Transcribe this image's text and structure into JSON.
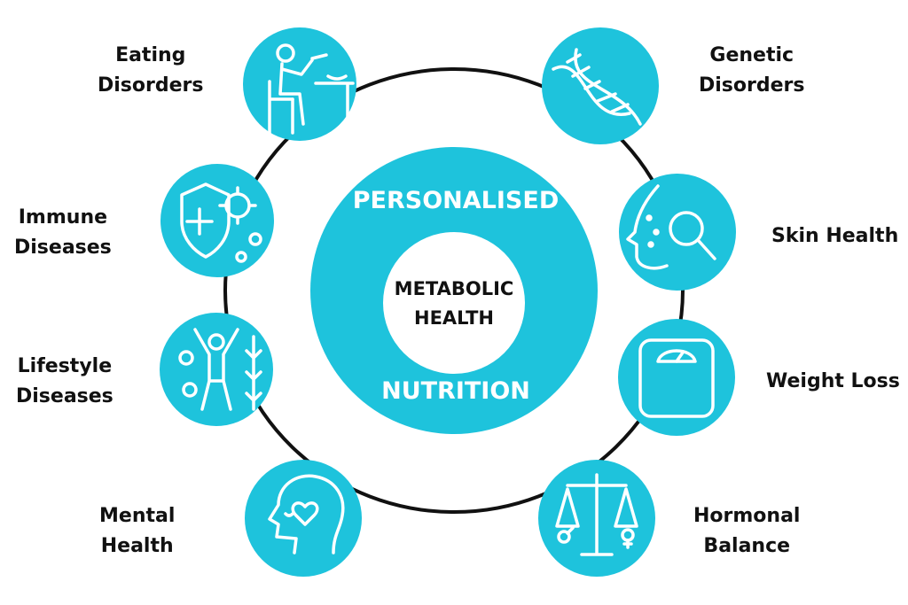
{
  "colors": {
    "accent": "#1ec3dc",
    "ring": "#111111",
    "text": "#111111",
    "icon_line": "#ffffff"
  },
  "center": {
    "outer_top": "PERSONALISED",
    "outer_bottom": "NUTRITION",
    "inner_line1": "METABOLIC",
    "inner_line2": "HEALTH"
  },
  "nodes": [
    {
      "id": "eating",
      "icon": "person-eating-icon",
      "label": [
        "Eating",
        "Disorders"
      ]
    },
    {
      "id": "genetic",
      "icon": "dna-icon",
      "label": [
        "Genetic",
        "Disorders"
      ]
    },
    {
      "id": "immune",
      "icon": "shield-virus-icon",
      "label": [
        "Immune",
        "Diseases"
      ]
    },
    {
      "id": "skin",
      "icon": "face-magnifier-icon",
      "label": [
        "Skin Health"
      ]
    },
    {
      "id": "lifestyle",
      "icon": "active-person-icon",
      "label": [
        "Lifestyle",
        "Diseases"
      ]
    },
    {
      "id": "weight",
      "icon": "weighing-scale-icon",
      "label": [
        "Weight Loss"
      ]
    },
    {
      "id": "mental",
      "icon": "head-heart-icon",
      "label": [
        "Mental",
        "Health"
      ]
    },
    {
      "id": "hormonal",
      "icon": "gender-balance-icon",
      "label": [
        "Hormonal",
        "Balance"
      ]
    }
  ]
}
